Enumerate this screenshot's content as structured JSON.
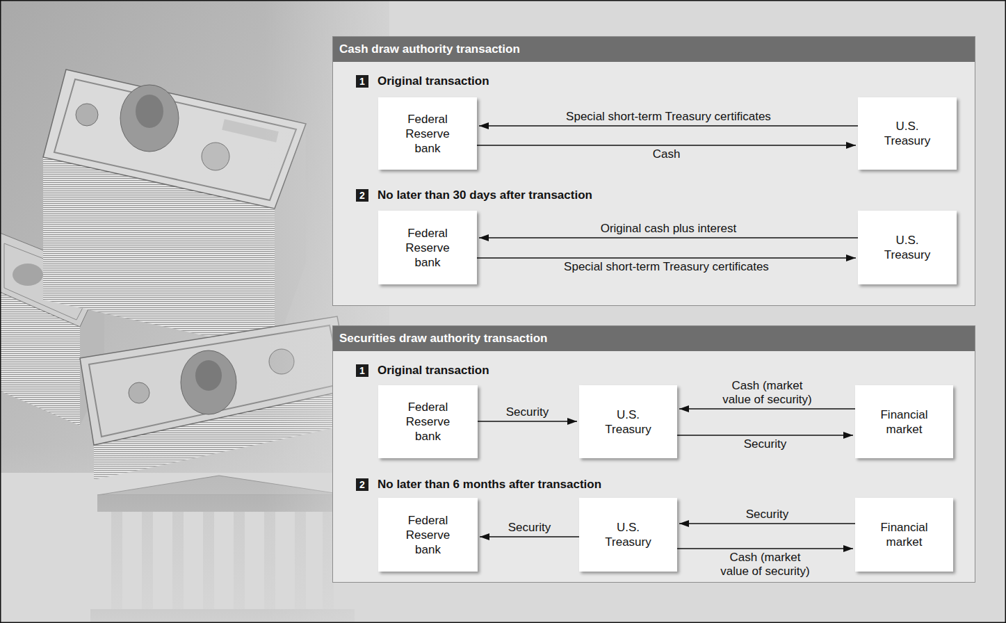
{
  "diagram": {
    "nodes": [
      {
        "text": [
          "Cash draw authority transaction"
        ]
      },
      {
        "text": [
          "Federal Reserve bank"
        ],
        "in": 0
      },
      {
        "text": [
          "U.S. Treasury"
        ],
        "in": 0
      },
      {
        "text": [
          "Federal Reserve bank"
        ],
        "in": 0
      },
      {
        "text": [
          "U.S. Treasury"
        ],
        "in": 0
      },
      {
        "text": [
          "Securities draw authority transaction"
        ]
      },
      {
        "text": [
          "Federal Reserve bank"
        ],
        "in": 5
      },
      {
        "text": [
          "U.S. Treasury"
        ],
        "in": 5
      },
      {
        "text": [
          "Financial market"
        ],
        "in": 5
      },
      {
        "text": [
          "Federal Reserve bank"
        ],
        "in": 5
      },
      {
        "text": [
          "U.S. Treasury"
        ],
        "in": 5
      },
      {
        "text": [
          "Financial market"
        ],
        "in": 5
      }
    ],
    "edges": [
      {
        "from": 2,
        "to": 1,
        "arrow": "to",
        "label": "Special short-term Treasury certificates"
      },
      {
        "from": 1,
        "to": 2,
        "arrow": "to",
        "label": "Cash"
      },
      {
        "from": 4,
        "to": 3,
        "arrow": "to",
        "label": "Original cash plus interest"
      },
      {
        "from": 3,
        "to": 4,
        "arrow": "to",
        "label": "Special short-term Treasury certificates"
      },
      {
        "from": 6,
        "to": 7,
        "arrow": "to",
        "label": "Security"
      },
      {
        "from": 8,
        "to": 7,
        "arrow": "to",
        "label": "Cash (market value of security)"
      },
      {
        "from": 7,
        "to": 8,
        "arrow": "to",
        "label": "Security"
      },
      {
        "from": 10,
        "to": 9,
        "arrow": "to",
        "label": "Security"
      },
      {
        "from": 11,
        "to": 10,
        "arrow": "to",
        "label": "Security"
      },
      {
        "from": 10,
        "to": 11,
        "arrow": "to",
        "label": "Cash (market value of security)"
      }
    ],
    "labels": [
      "1",
      "Original transaction",
      "2",
      "No later than 30 days after transaction",
      "1",
      "Original transaction",
      "2",
      "No later than 6 months after transaction"
    ]
  }
}
